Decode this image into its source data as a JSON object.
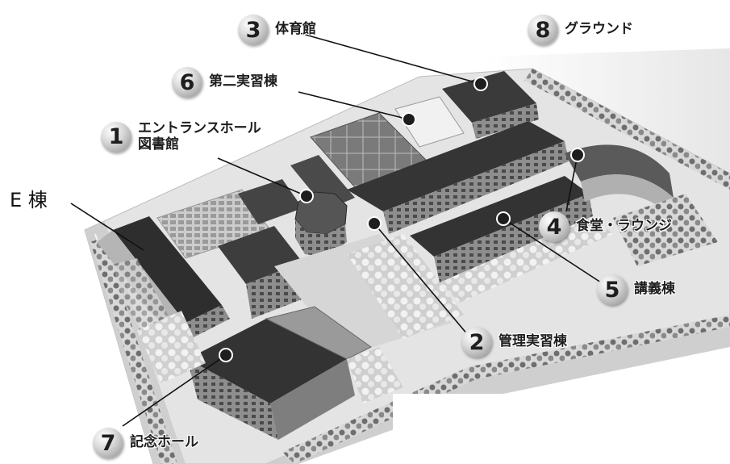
{
  "labels": {
    "l1": {
      "num": "1",
      "lines": [
        "エントランスホール",
        "図書館"
      ]
    },
    "l2": {
      "num": "2",
      "text": "管理実習棟"
    },
    "l3": {
      "num": "3",
      "text": "体育館"
    },
    "l4": {
      "num": "4",
      "text": "食堂・ラウンジ"
    },
    "l5": {
      "num": "5",
      "text": "講義棟"
    },
    "l6": {
      "num": "6",
      "text": "第二実習棟"
    },
    "l7": {
      "num": "7",
      "text": "記念ホール"
    },
    "l8": {
      "num": "8",
      "text": "グラウンド"
    },
    "e": "E 棟"
  },
  "colors": {
    "badge": "#bdbdbd",
    "roof": "#3c3c3c",
    "ground": "#e9e9e9",
    "pin": "#2a2a2a"
  }
}
